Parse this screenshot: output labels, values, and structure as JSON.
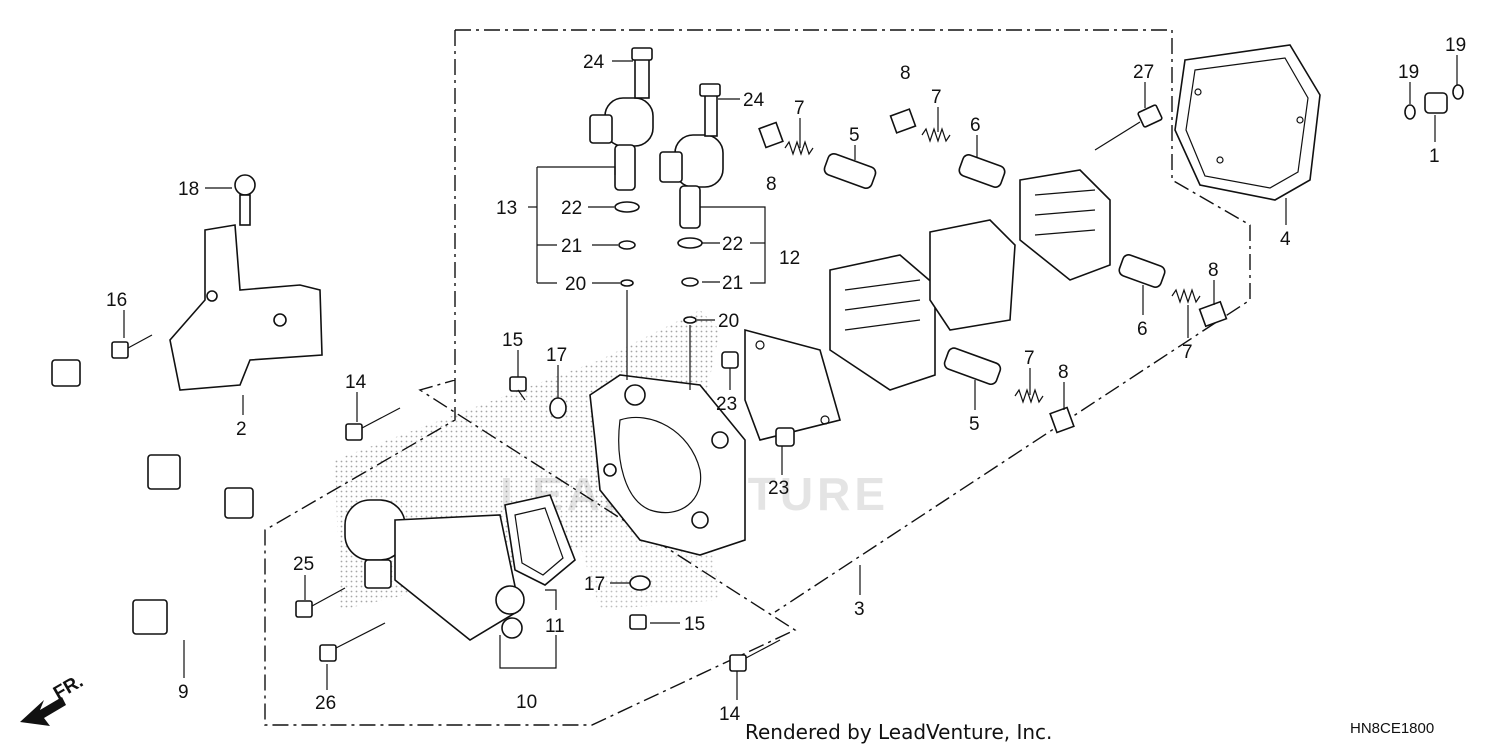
{
  "diagram": {
    "labels": [
      {
        "id": "l24a",
        "text": "24"
      },
      {
        "id": "l24b",
        "text": "24"
      },
      {
        "id": "l18",
        "text": "18"
      },
      {
        "id": "l16",
        "text": "16"
      },
      {
        "id": "l2",
        "text": "2"
      },
      {
        "id": "l13",
        "text": "13"
      },
      {
        "id": "l22a",
        "text": "22"
      },
      {
        "id": "l21a",
        "text": "21"
      },
      {
        "id": "l20a",
        "text": "20"
      },
      {
        "id": "l22b",
        "text": "22"
      },
      {
        "id": "l12",
        "text": "12"
      },
      {
        "id": "l21b",
        "text": "21"
      },
      {
        "id": "l20b",
        "text": "20"
      },
      {
        "id": "l7a",
        "text": "7"
      },
      {
        "id": "l8a",
        "text": "8"
      },
      {
        "id": "l5a",
        "text": "5"
      },
      {
        "id": "l8b",
        "text": "8"
      },
      {
        "id": "l7b",
        "text": "7"
      },
      {
        "id": "l6a",
        "text": "6"
      },
      {
        "id": "l27",
        "text": "27"
      },
      {
        "id": "l19a",
        "text": "19"
      },
      {
        "id": "l19b",
        "text": "19"
      },
      {
        "id": "l1",
        "text": "1"
      },
      {
        "id": "l4",
        "text": "4"
      },
      {
        "id": "l8c",
        "text": "8"
      },
      {
        "id": "l6b",
        "text": "6"
      },
      {
        "id": "l7c",
        "text": "7"
      },
      {
        "id": "l15a",
        "text": "15"
      },
      {
        "id": "l17a",
        "text": "17"
      },
      {
        "id": "l14a",
        "text": "14"
      },
      {
        "id": "l23a",
        "text": "23"
      },
      {
        "id": "l23b",
        "text": "23"
      },
      {
        "id": "l7d",
        "text": "7"
      },
      {
        "id": "l8d",
        "text": "8"
      },
      {
        "id": "l5b",
        "text": "5"
      },
      {
        "id": "l17b",
        "text": "17"
      },
      {
        "id": "l15b",
        "text": "15"
      },
      {
        "id": "l3",
        "text": "3"
      },
      {
        "id": "l25",
        "text": "25"
      },
      {
        "id": "l11",
        "text": "11"
      },
      {
        "id": "l26",
        "text": "26"
      },
      {
        "id": "l10",
        "text": "10"
      },
      {
        "id": "l9",
        "text": "9"
      },
      {
        "id": "l14b",
        "text": "14"
      }
    ],
    "front_marker": "FR.",
    "credit": "Rendered by LeadVenture, Inc.",
    "diagram_code": "HN8CE1800",
    "watermark": "LEADVENTURE"
  }
}
